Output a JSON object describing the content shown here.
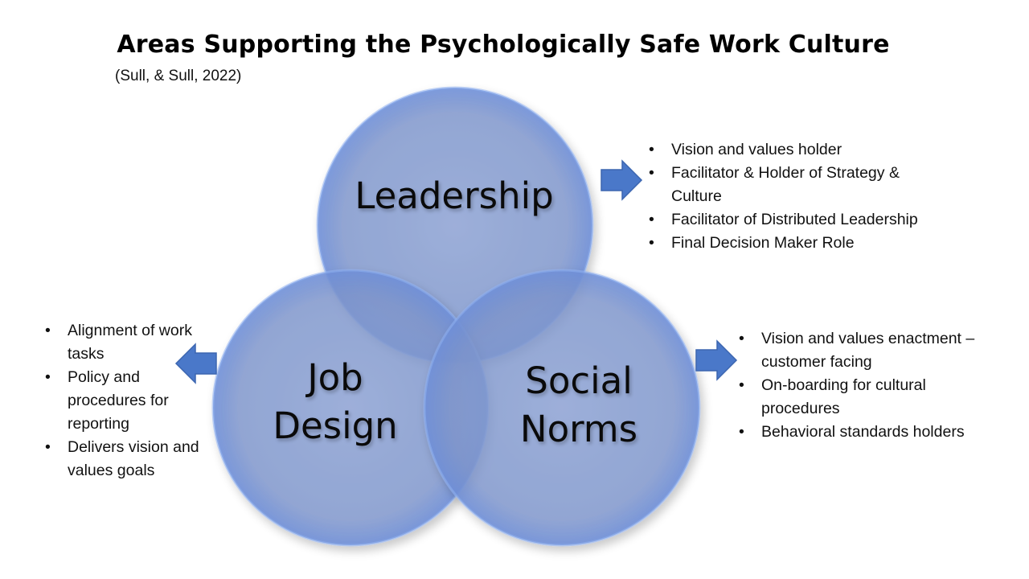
{
  "title": "Areas Supporting the Psychologically Safe Work Culture",
  "citation": "(Sull, & Sull, 2022)",
  "colors": {
    "circle_fill": "#7d95cc",
    "circle_edge": "#5f7fc4",
    "arrow": "#4a78c9"
  },
  "circles": {
    "leadership": {
      "label": "Leadership"
    },
    "job_design": {
      "label_line1": "Job",
      "label_line2": "Design"
    },
    "social_norms": {
      "label_line1": "Social",
      "label_line2": "Norms"
    }
  },
  "leadership_points": [
    "Vision and values holder",
    "Facilitator & Holder of Strategy & Culture",
    "Facilitator of Distributed Leadership",
    "Final Decision Maker Role"
  ],
  "job_design_points": [
    "Alignment of work tasks",
    "Policy and procedures for reporting",
    "Delivers vision and values goals"
  ],
  "social_norms_points": [
    "Vision and values enactment – customer facing",
    "On-boarding for cultural procedures",
    "Behavioral standards holders"
  ]
}
